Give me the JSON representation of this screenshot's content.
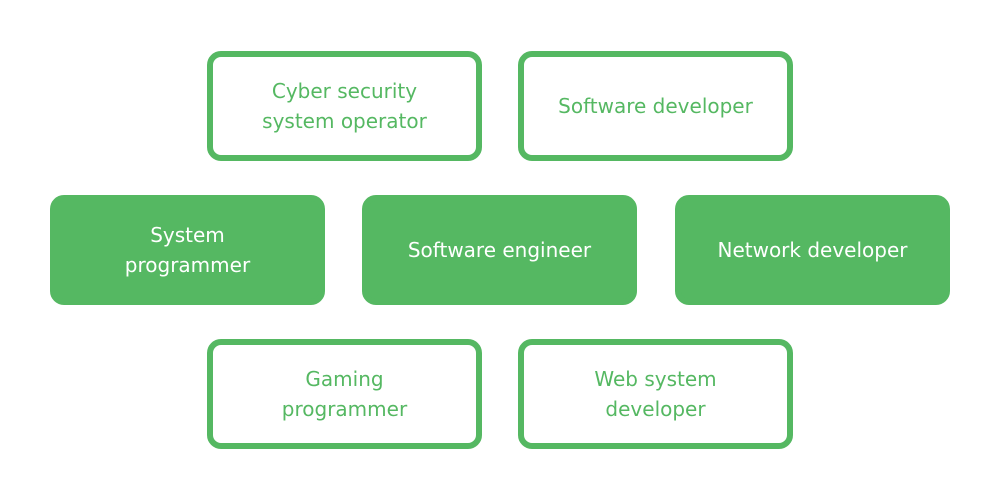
{
  "colors": {
    "accent": "#55b862",
    "background": "#ffffff",
    "filled_text": "#ffffff"
  },
  "boxes": [
    {
      "label": "Cyber security system operator",
      "style": "outline"
    },
    {
      "label": "Software developer",
      "style": "outline"
    },
    {
      "label": "System programmer",
      "style": "filled"
    },
    {
      "label": "Software engineer",
      "style": "filled"
    },
    {
      "label": "Network developer",
      "style": "filled"
    },
    {
      "label": "Gaming programmer",
      "style": "outline"
    },
    {
      "label": "Web system developer",
      "style": "outline"
    }
  ]
}
